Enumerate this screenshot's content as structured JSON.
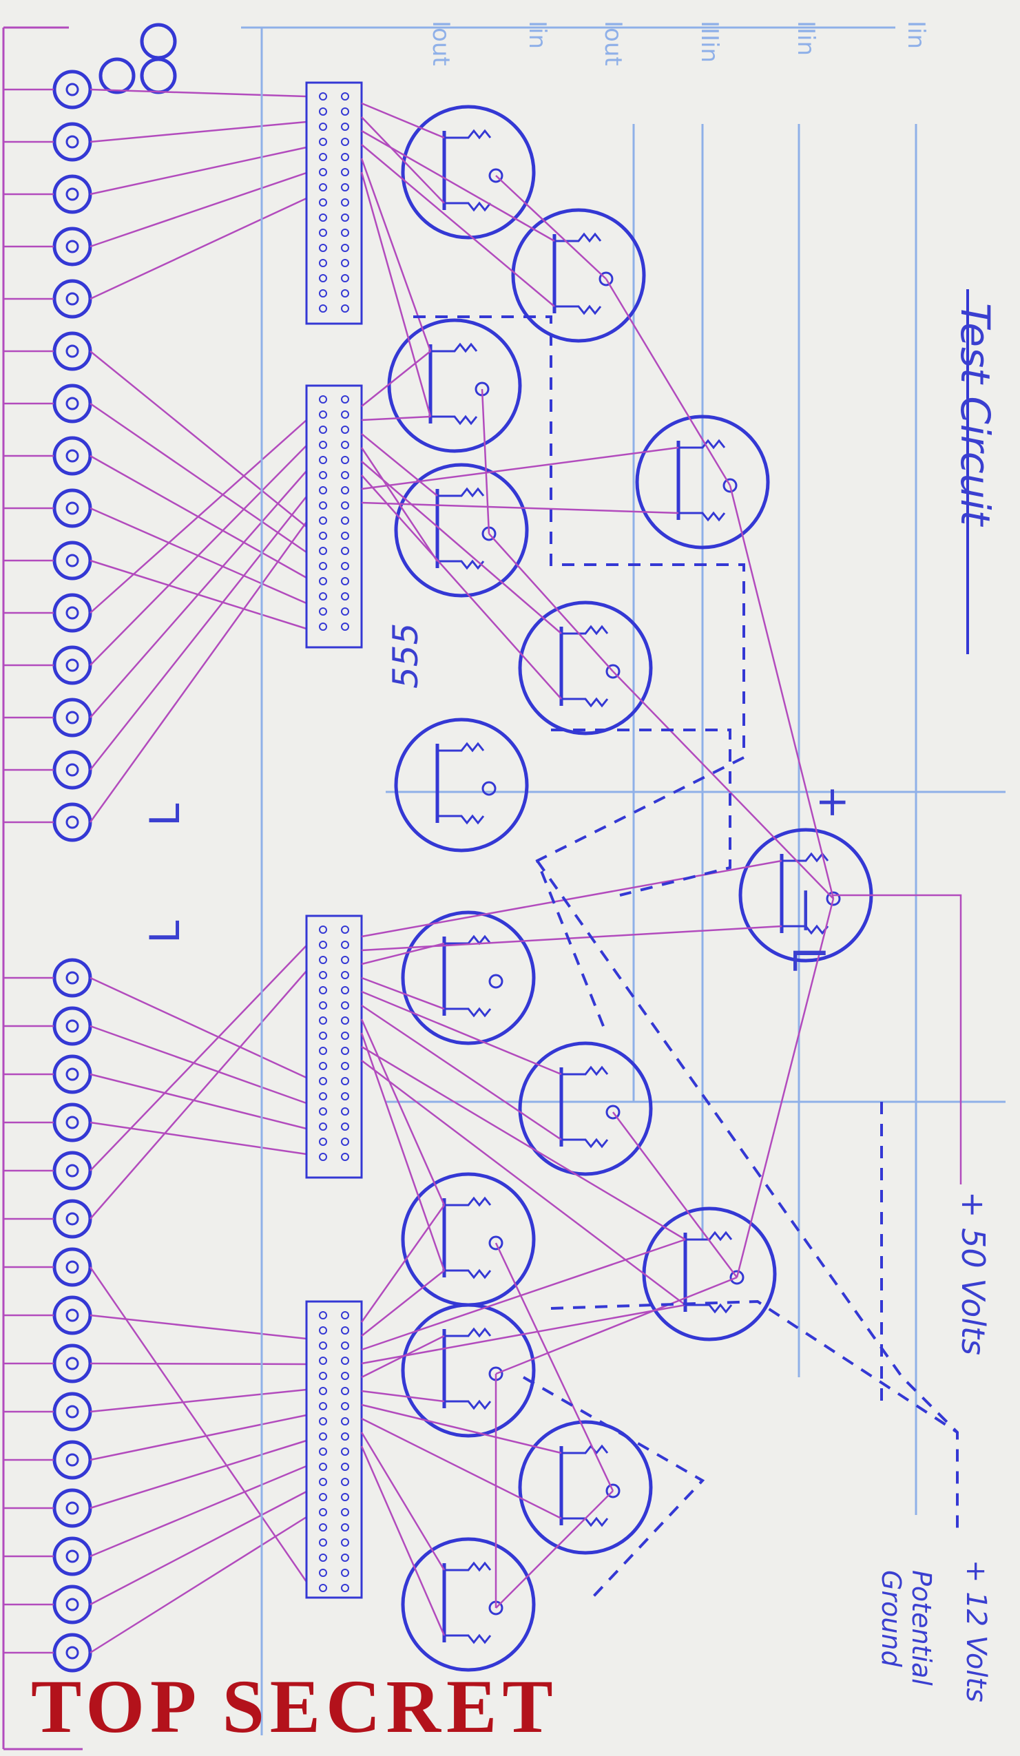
{
  "diagram": {
    "title": "Test Circuit",
    "voltage_top": "+ 50 Volts",
    "voltage_bottom": "+ 12 Volts",
    "ground": "Potential Ground",
    "label_555": "555",
    "label_L1": "L",
    "label_L2": "L",
    "label_minus_L": "— L",
    "plus_mark": "+",
    "input_labels": [
      "Iin",
      "IIin",
      "IIIin",
      "Iout",
      "Iin",
      "Iout"
    ]
  },
  "stamp": "TOP SECRET",
  "colors": {
    "magenta": "#b24bbd",
    "blue": "#3438d4",
    "light_blue": "#8fb0e8",
    "stamp_red": "#b3121b",
    "paper": "#efefec"
  }
}
